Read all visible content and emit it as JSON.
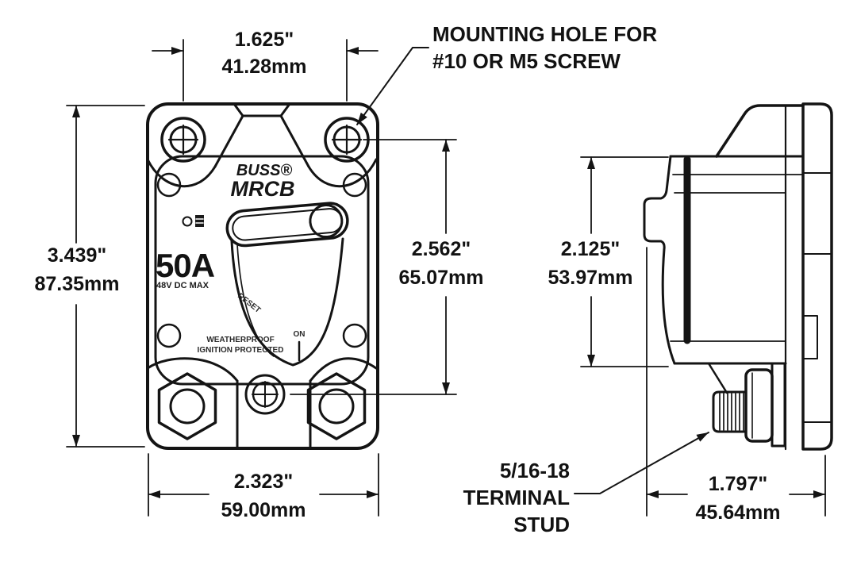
{
  "canvas": {
    "background": "#ffffff",
    "ink": "#141414"
  },
  "notes": {
    "mounting_hole_line1": "MOUNTING HOLE FOR",
    "mounting_hole_line2": "#10 OR M5 SCREW",
    "terminal_line1": "5/16-18",
    "terminal_line2": "TERMINAL",
    "terminal_line3": "STUD"
  },
  "dimensions": {
    "top_width": {
      "in": "1.625\"",
      "mm": "41.28mm"
    },
    "overall_height": {
      "in": "3.439\"",
      "mm": "87.35mm"
    },
    "hole_spacing": {
      "in": "2.562\"",
      "mm": "65.07mm"
    },
    "side_height": {
      "in": "2.125\"",
      "mm": "53.97mm"
    },
    "bottom_width": {
      "in": "2.323\"",
      "mm": "59.00mm"
    },
    "depth": {
      "in": "1.797\"",
      "mm": "45.64mm"
    }
  },
  "device": {
    "brand": "BUSS®",
    "model": "MRCB",
    "rating": "50A",
    "voltage": "48V DC MAX",
    "reset_label": "RESET",
    "on_label": "ON",
    "weatherproof_line1": "WEATHERPROOF",
    "weatherproof_line2": "IGNITION PROTECTED"
  }
}
